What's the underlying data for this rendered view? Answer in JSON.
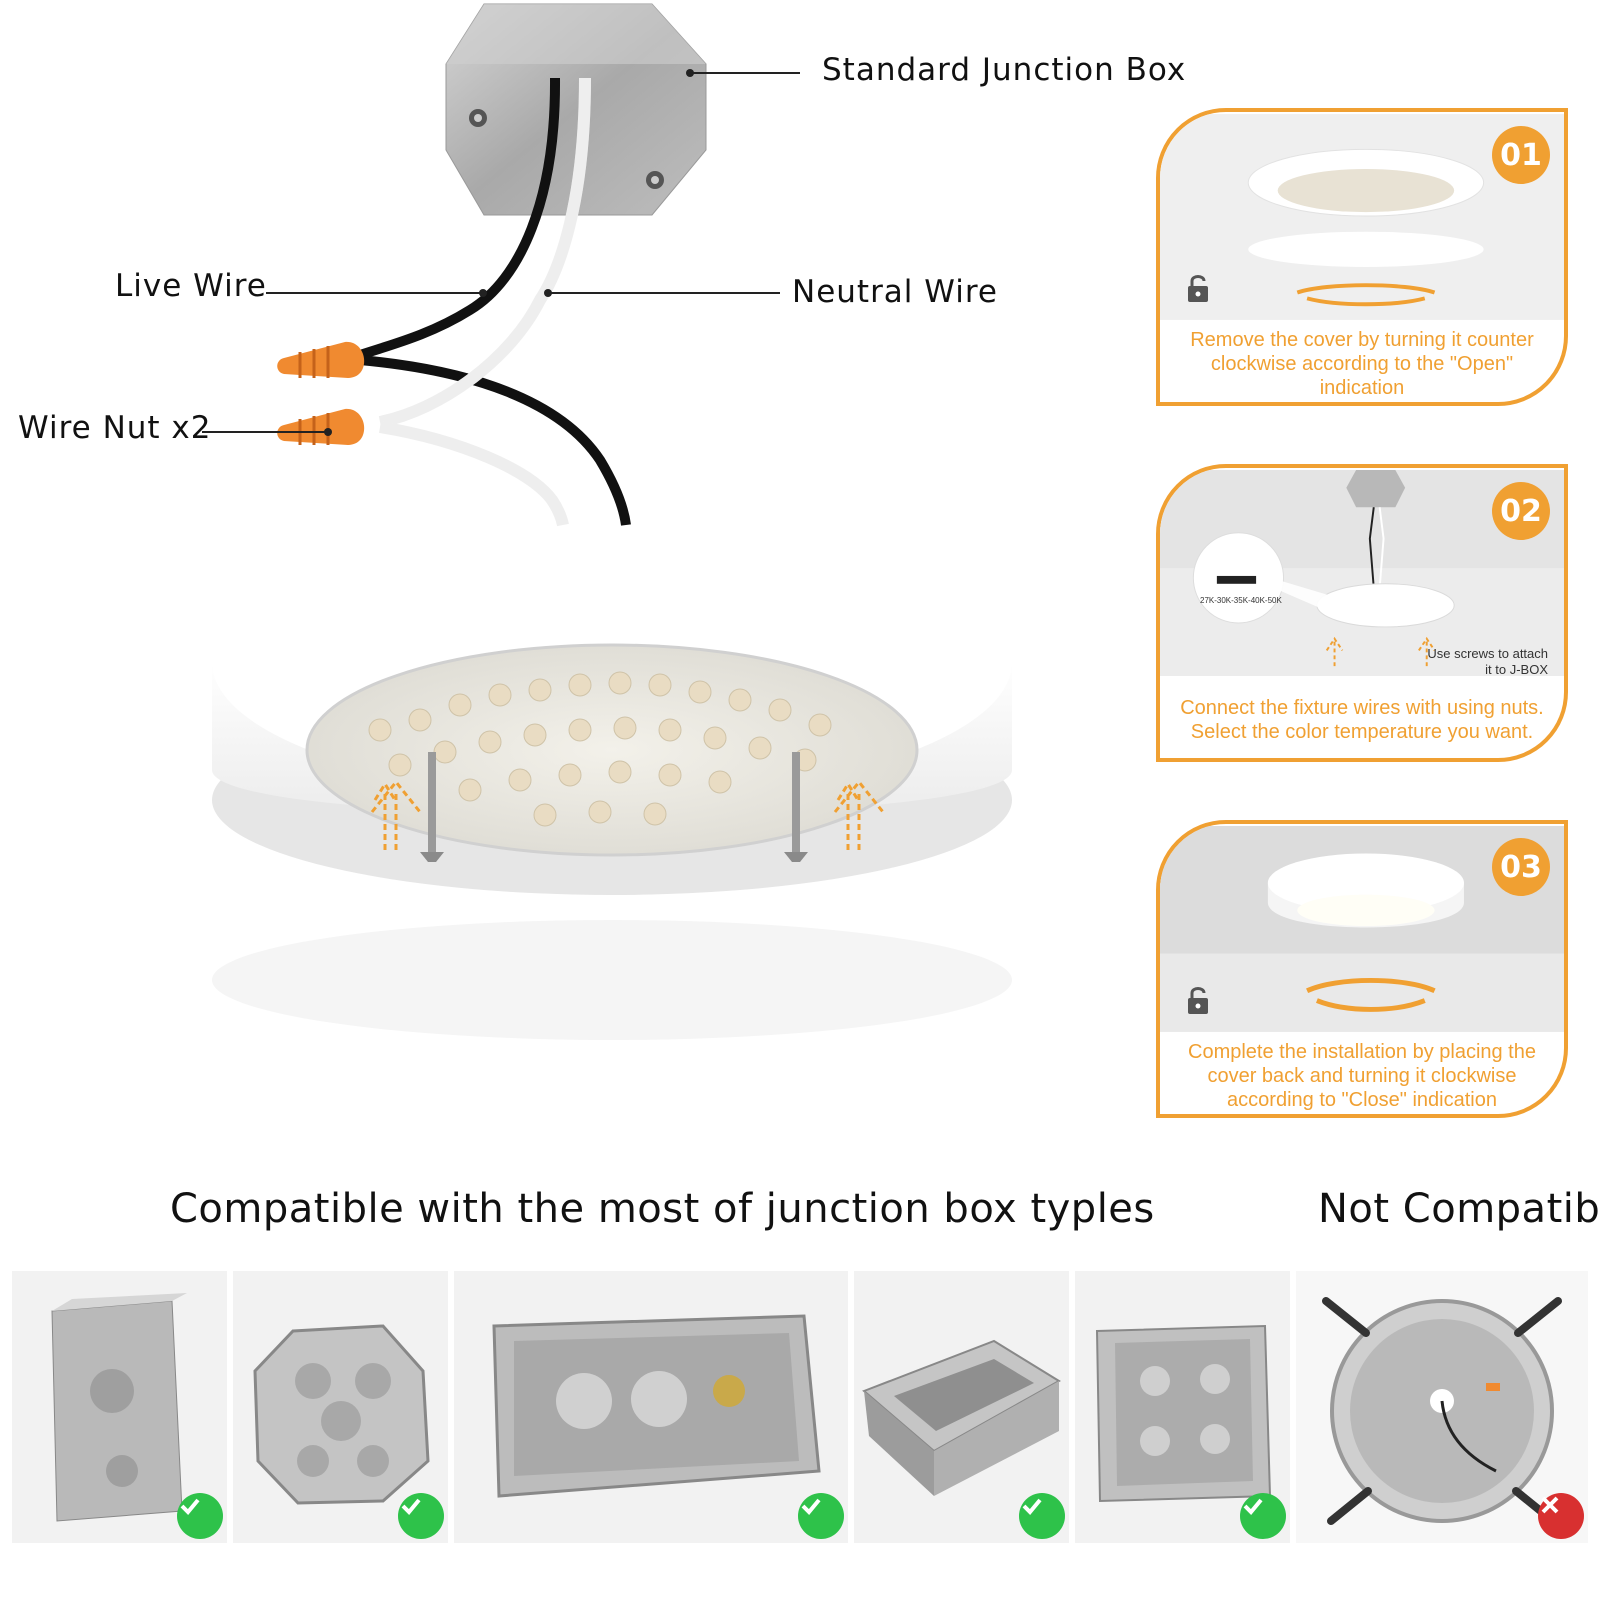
{
  "main_diagram": {
    "labels": {
      "junction_box": "Standard Junction Box",
      "live_wire": "Live Wire",
      "neutral_wire": "Neutral Wire",
      "wire_nut": "Wire Nut x2"
    }
  },
  "steps": [
    {
      "number": "01",
      "caption": "Remove the cover by turning it counter clockwise according to the \"Open\" indication",
      "icon": "lock-icon"
    },
    {
      "number": "02",
      "caption": "Connect the fixture wires with using nuts. Select the color temperature you want.",
      "note": "Use screws to attach it to J-BOX",
      "switch_label": "27K-30K-35K-40K-50K"
    },
    {
      "number": "03",
      "caption": "Complete the installation by placing the cover back and turning it clockwise according to \"Close\" indication",
      "icon": "lock-icon"
    }
  ],
  "compatibility": {
    "compatible_heading": "Compatible with the most of junction box typles",
    "not_compatible_heading": "Not Compatible",
    "boxes": [
      {
        "type": "rectangular-box",
        "status": "compatible",
        "icon": "check-icon"
      },
      {
        "type": "octagon-box",
        "status": "compatible",
        "icon": "check-icon"
      },
      {
        "type": "handy-box",
        "status": "compatible",
        "icon": "check-icon"
      },
      {
        "type": "shallow-box",
        "status": "compatible",
        "icon": "check-icon"
      },
      {
        "type": "square-box",
        "status": "compatible",
        "icon": "check-icon"
      },
      {
        "type": "recessed-can",
        "status": "not-compatible",
        "icon": "cross-icon"
      }
    ]
  },
  "colors": {
    "accent_orange": "#f0a032",
    "check_green": "#2ec24a",
    "cross_red": "#d83030"
  }
}
